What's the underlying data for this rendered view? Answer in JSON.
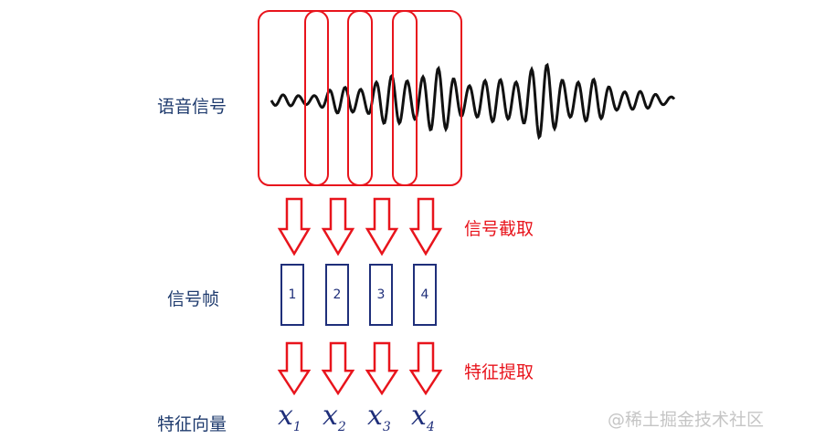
{
  "labels": {
    "speech_signal": "语音信号",
    "signal_frame": "信号帧",
    "feature_vector": "特征向量"
  },
  "steps": {
    "signal_cut": "信号截取",
    "feature_extract": "特征提取"
  },
  "frames": [
    "1",
    "2",
    "3",
    "4"
  ],
  "vectors": [
    {
      "sym": "x",
      "sub": "1"
    },
    {
      "sym": "x",
      "sub": "2"
    },
    {
      "sym": "x",
      "sub": "3"
    },
    {
      "sym": "x",
      "sub": "4"
    }
  ],
  "watermark": "@稀土掘金技术社区",
  "colors": {
    "red": "#e8141c",
    "navy": "#1f2f7a",
    "wave": "#111111"
  }
}
